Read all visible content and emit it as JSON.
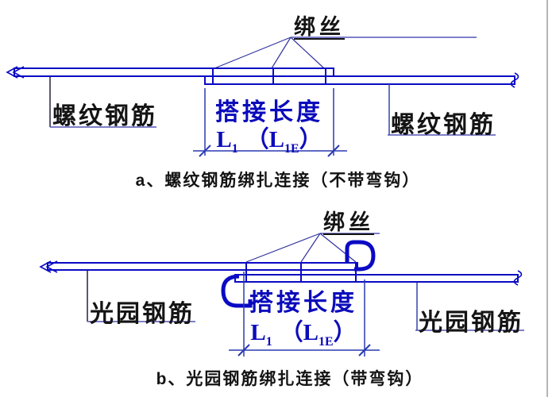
{
  "colors": {
    "rebar_blue": "#0a0ac4",
    "leader_navy": "#3333a0",
    "underline_blue": "#5555b5",
    "text_blue": "#0b0bbb",
    "text_black": "#141414",
    "page_edge_gray": "#b5b5b5"
  },
  "diagram_a": {
    "binding_wire_label": "绑丝",
    "left_bar_label": "螺纹钢筋",
    "right_bar_label": "螺纹钢筋",
    "lap_length_label": "搭接长度",
    "lap_symbol": {
      "base1": "L",
      "sub1": "1",
      "open": "（",
      "base2": "L",
      "sub2": "1E",
      "close": "）"
    },
    "caption": "a、螺纹钢筋绑扎连接（不带弯钩）"
  },
  "diagram_b": {
    "binding_wire_label": "绑丝",
    "left_bar_label": "光园钢筋",
    "right_bar_label": "光园钢筋",
    "lap_length_label": "搭接长度",
    "lap_symbol": {
      "base1": "L",
      "sub1": "1",
      "open": "（",
      "base2": "L",
      "sub2": "1E",
      "close": "）"
    },
    "caption": "b、光园钢筋绑扎连接（带弯钩）"
  }
}
